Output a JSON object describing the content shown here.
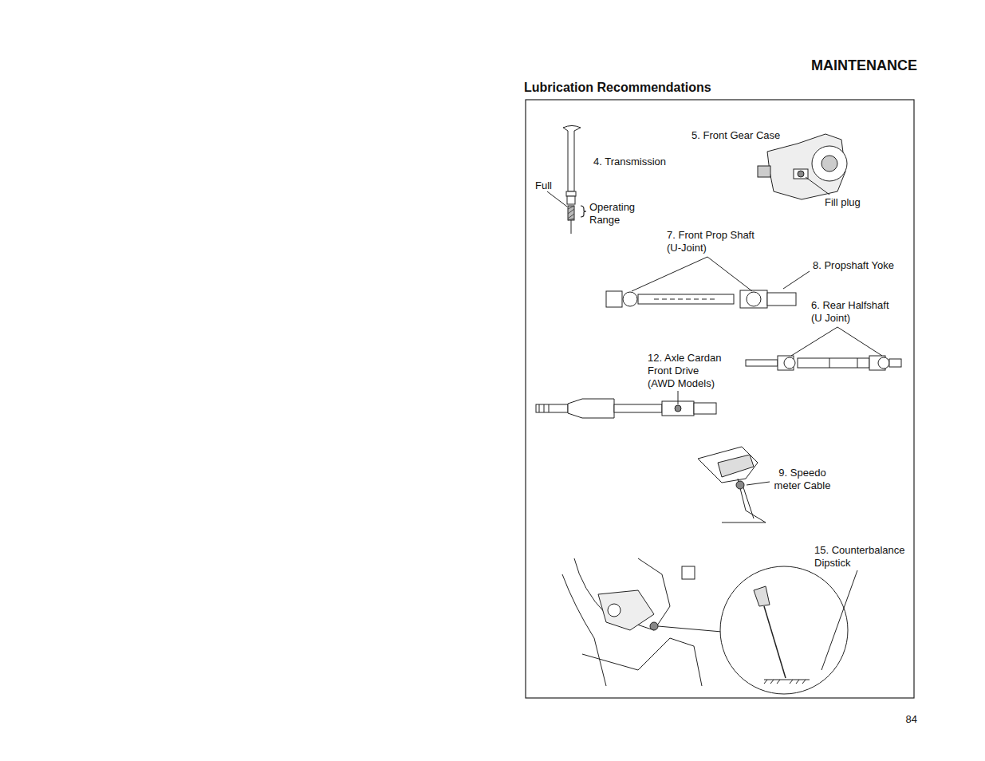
{
  "diagram": {
    "title": "Lubrication Recommendations",
    "labels": [
      "MAINTENANCE",
      "5. Front Gear Case",
      "4. Transmission",
      "Full",
      "Operating Range",
      "Fill plug",
      "7. Front Prop Shaft (U-Joint)",
      "8. Propshaft Yoke",
      "6. Rear Halfshaft (U Joint)",
      "12. Axle Cardan Front Drive (AWD Models)",
      "9. Speedo meter Cable",
      "15. Counterbalance Dipstick",
      "84"
    ]
  }
}
